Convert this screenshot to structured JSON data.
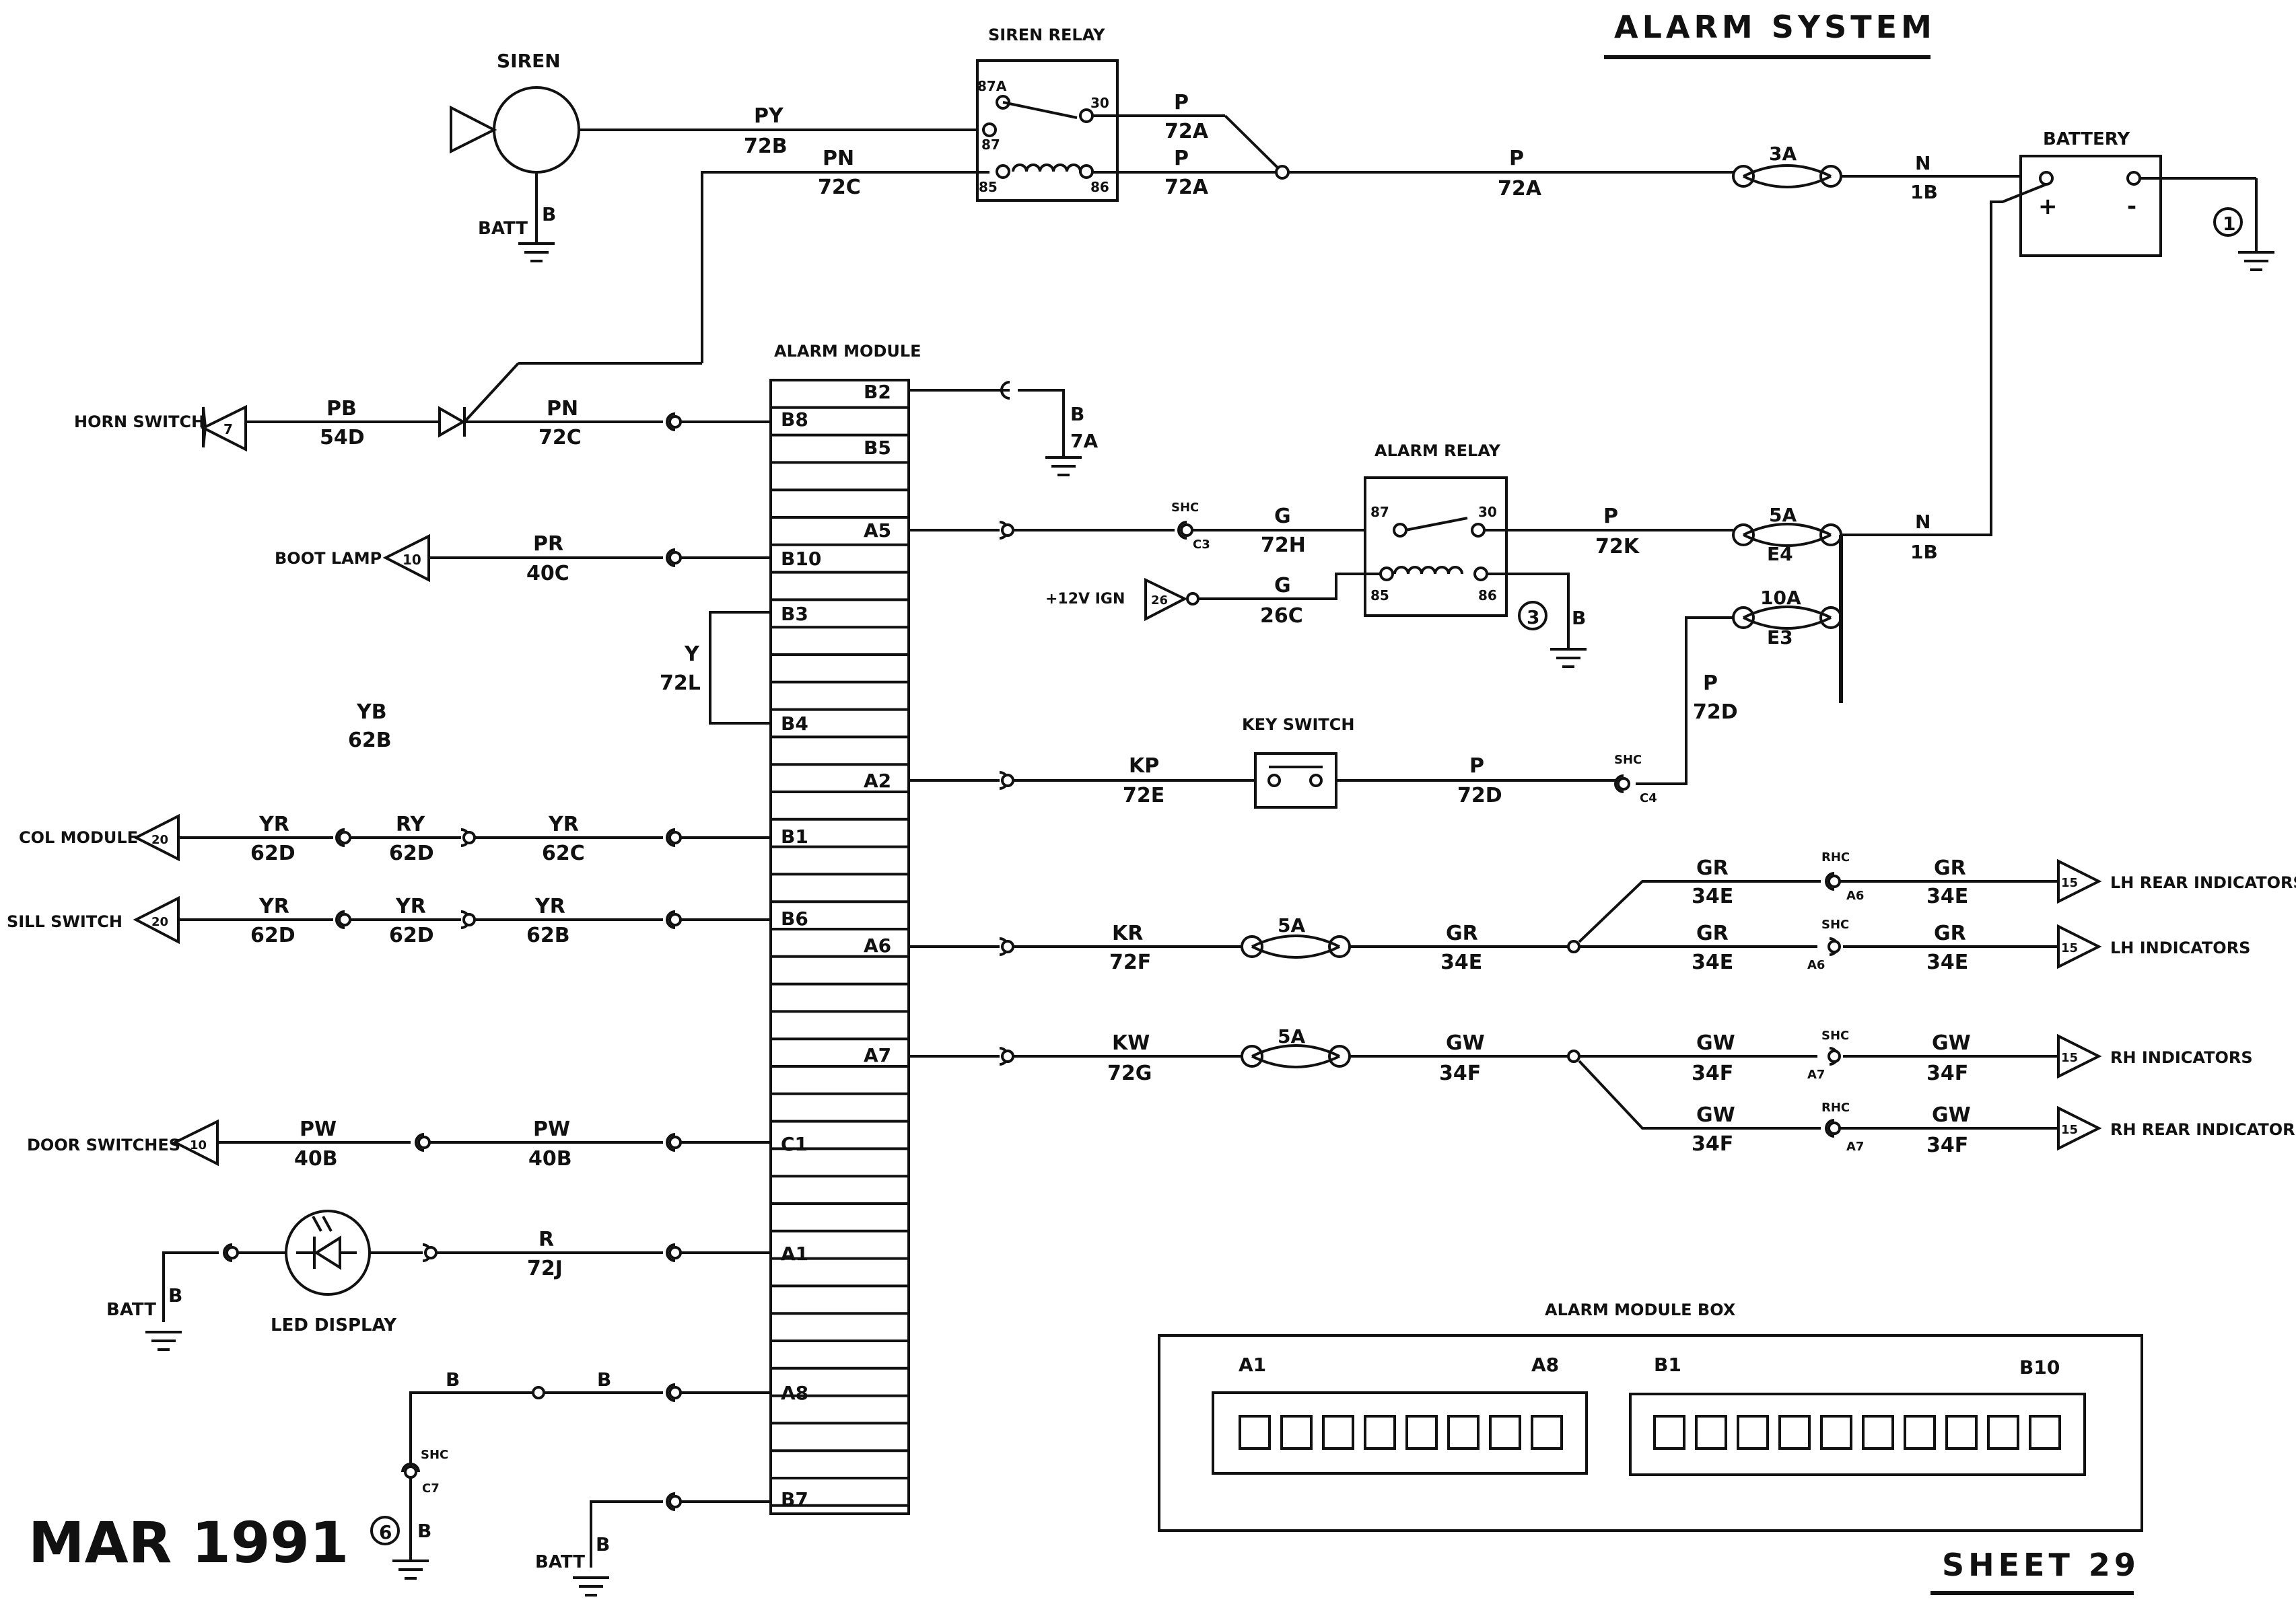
{
  "header": {
    "title": "ALARM SYSTEM",
    "sheet": "SHEET 29",
    "date": "MAR 1991"
  },
  "components": {
    "siren": "SIREN",
    "siren_relay": "SIREN RELAY",
    "alarm_module": "ALARM MODULE",
    "alarm_relay": "ALARM RELAY",
    "battery": "BATTERY",
    "key_switch": "KEY SWITCH",
    "led_display": "LED DISPLAY",
    "alarm_module_box": "ALARM MODULE BOX"
  },
  "connectors": {
    "horn_switch": "HORN SWITCH",
    "horn_switch_num": "7",
    "boot_lamp": "BOOT LAMP",
    "boot_lamp_num": "10",
    "col_module": "COL MODULE",
    "col_module_num": "20",
    "sill_switch": "SILL SWITCH",
    "sill_switch_num": "20",
    "door_switches": "DOOR SWITCHES",
    "door_switches_num": "10",
    "ign": "+12V IGN",
    "ign_num": "26",
    "lh_rear": "LH REAR INDICATORS",
    "lh_ind": "LH INDICATORS",
    "rh_ind": "RH INDICATORS",
    "rh_rear": "RH REAR INDICATORS",
    "ind_num": "15"
  },
  "module_pins": [
    "B2",
    "B8",
    "B5",
    "A5",
    "B10",
    "B3",
    "B4",
    "A2",
    "B1",
    "B6",
    "A6",
    "A7",
    "C1",
    "A1",
    "A8",
    "B7"
  ],
  "relay_pins": {
    "siren_87a": "87A",
    "siren_87": "87",
    "siren_30": "30",
    "siren_85": "85",
    "siren_86": "86",
    "alarm_87": "87",
    "alarm_30": "30",
    "alarm_85": "85",
    "alarm_86": "86"
  },
  "battery_signs": {
    "plus": "+",
    "minus": "-"
  },
  "ground_refs": {
    "one": "1",
    "three": "3",
    "six": "6"
  },
  "fuses": {
    "siren_feed": "3A",
    "alarm_feed": "5A",
    "alarm_feed_id": "E4",
    "key_feed": "10A",
    "key_feed_id": "E3",
    "lh_feed": "5A",
    "rh_feed": "5A"
  },
  "splices": {
    "shc": "SHC",
    "rhc": "RHC",
    "c3": "C3",
    "c4": "C4",
    "c7": "C7",
    "a6": "A6",
    "a7": "A7"
  },
  "wires": {
    "py": "PY",
    "n72b": "72B",
    "pn_top": "PN",
    "n72c_top": "72C",
    "p1": "P",
    "n72a_1": "72A",
    "p2": "P",
    "n72a_2": "72A",
    "p3": "P",
    "n72a_3": "72A",
    "n_top": "N",
    "n1b_top": "1B",
    "b_siren": "B",
    "batt_siren": "BATT",
    "pb": "PB",
    "n54d": "54D",
    "pn": "PN",
    "n72c": "72C",
    "b_b2": "B",
    "n7a": "7A",
    "g1": "G",
    "n72h": "72H",
    "pk": "P",
    "n72k": "72K",
    "n_mid": "N",
    "n1b_mid": "1B",
    "g2": "G",
    "n26c": "26C",
    "b_relay": "B",
    "pr": "PR",
    "n40c": "40C",
    "y": "Y",
    "n72l": "72L",
    "yb": "YB",
    "n62b_label": "62B",
    "kp": "KP",
    "n72e": "72E",
    "pk2": "P",
    "n72d_1": "72D",
    "pk3": "P",
    "n72d_2": "72D",
    "col_yr1": "YR",
    "col_62d1": "62D",
    "col_ry": "RY",
    "col_62d2": "62D",
    "col_yr2": "YR",
    "col_62c": "62C",
    "sill_yr1": "YR",
    "sill_62d1": "62D",
    "sill_yr2": "YR",
    "sill_62d2": "62D",
    "sill_yr3": "YR",
    "sill_62b": "62B",
    "kr": "KR",
    "n72f": "72F",
    "gr1": "GR",
    "n34e_1": "34E",
    "gr2": "GR",
    "n34e_2": "34E",
    "gr3": "GR",
    "n34e_3": "34E",
    "gr4": "GR",
    "n34e_4": "34E",
    "gr5": "GR",
    "n34e_5": "34E",
    "kw": "KW",
    "n72g": "72G",
    "gw1": "GW",
    "n34f_1": "34F",
    "gw2": "GW",
    "n34f_2": "34F",
    "gw3": "GW",
    "n34f_3": "34F",
    "gw4": "GW",
    "n34f_4": "34F",
    "gw5": "GW",
    "n34f_5": "34F",
    "pw1": "PW",
    "n40b_1": "40B",
    "pw2": "PW",
    "n40b_2": "40B",
    "r": "R",
    "n72j": "72J",
    "b_led": "B",
    "batt_led": "BATT",
    "b_a8_1": "B",
    "b_a8_2": "B",
    "b_gnd6": "B",
    "b_b7": "B",
    "batt_b7": "BATT"
  },
  "module_box": {
    "a_first": "A1",
    "a_last": "A8",
    "b_first": "B1",
    "b_last": "B10",
    "a_slots": 8,
    "b_slots": 10
  }
}
